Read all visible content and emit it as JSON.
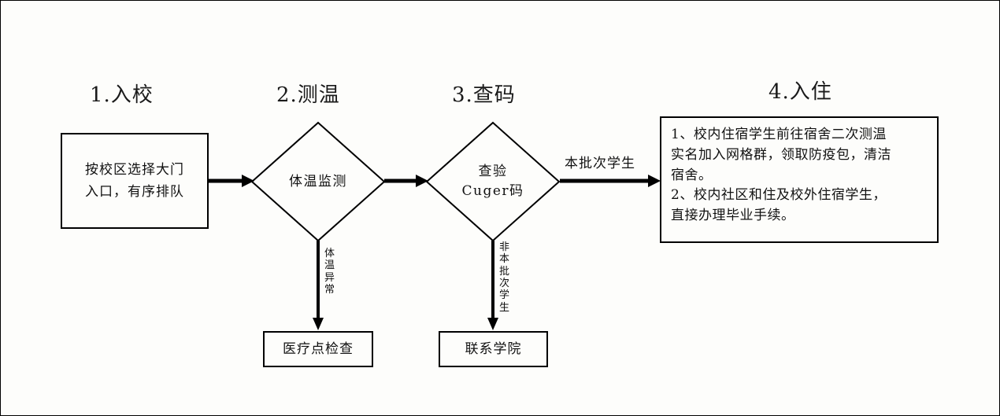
{
  "diagram": {
    "title_stage1": "1.入校",
    "title_stage2": "2.测温",
    "title_stage3": "3.查码",
    "title_stage4": "4.入住",
    "node_entry": "按校区选择大门\n入口，有序排队",
    "node_temp_check": "体温监测",
    "node_code_check": "查验\nCuger码",
    "node_medical": "医疗点检查",
    "node_contact_college": "联系学院",
    "node_checkin": "1、校内住宿学生前往宿舍二次测温\n实名加入网格群，领取防疫包，清洁\n宿舍。\n2、校内社区和住及校外住宿学生，\n直接办理毕业手续。",
    "edge_label_batch": "本批次学生",
    "edge_label_fever": "体温异常",
    "edge_label_not_batch": "非本批次学生",
    "colors": {
      "line": "#000000",
      "text": "#111111",
      "background": "#fdfdfb",
      "frame": "#000000"
    }
  }
}
